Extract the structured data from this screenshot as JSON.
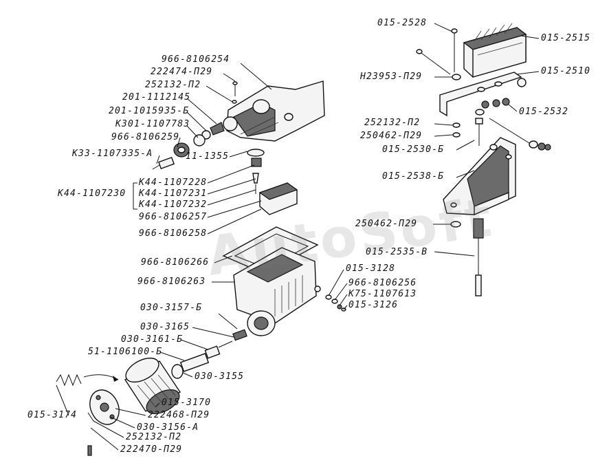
{
  "watermark": "AutoSoft",
  "labels": {
    "l01": "015-2528",
    "l02": "015-2515",
    "l03": "Н23953-П29",
    "l04": "015-2510",
    "l05": "015-2532",
    "l06": "252132-П2",
    "l07": "250462-П29",
    "l08": "015-2530-Б",
    "l09": "015-2538-Б",
    "l10": "250462-П29",
    "l11": "015-2535-В",
    "l12": "966-8106254",
    "l13": "222474-П29",
    "l14": "252132-П2",
    "l15": "201-1112145",
    "l16": "201-1015935-Б",
    "l17": "К301-1107783",
    "l18": "966-8106259",
    "l19": "К33-1107335-А",
    "l20": "11-1355",
    "l21": "К44-1107228",
    "l22": "К44-1107231",
    "l23": "К44-1107232",
    "l24": "К44-1107230",
    "l25": "966-8106257",
    "l26": "966-8106258",
    "l27": "966-8106266",
    "l28": "966-8106263",
    "l29": "015-3128",
    "l30": "966-8106256",
    "l31": "К75-1107613",
    "l32": "015-3126",
    "l33": "030-3157-Б",
    "l34": "030-3165",
    "l35": "030-3161-Б",
    "l36": "51-1106100-Б",
    "l37": "030-3155",
    "l38": "015-3174",
    "l39": "015-3170",
    "l40": "222468-П29",
    "l41": "030-3156-А",
    "l42": "252132-П2",
    "l43": "222470-П29"
  }
}
